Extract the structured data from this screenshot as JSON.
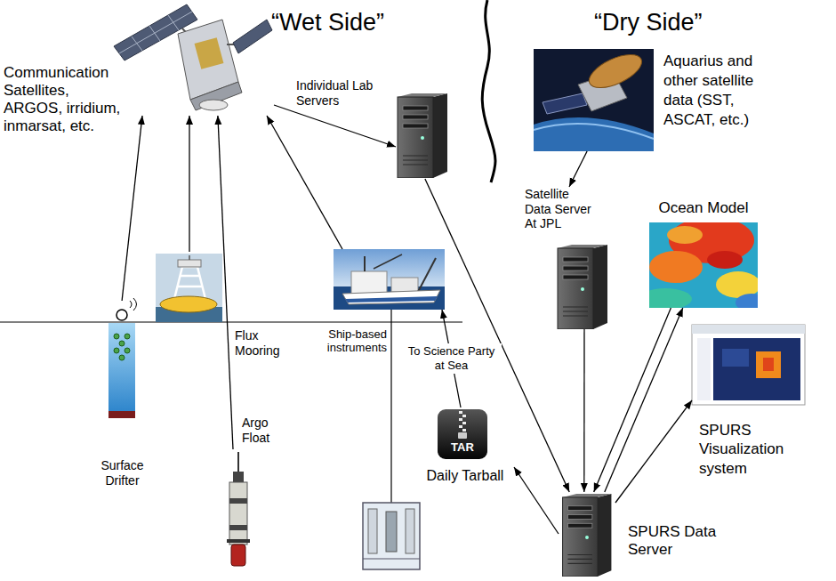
{
  "diagram": {
    "nodes": [
      {
        "text": [
          "Communication Satellites, ARGOS, irridium, inmarsat, etc."
        ]
      },
      {
        "text": [
          "Individual Lab Servers"
        ]
      },
      {
        "text": [
          "Ship-based instruments"
        ]
      },
      {
        "text": [
          "Surface Drifter"
        ]
      },
      {
        "text": [
          "Flux Mooring"
        ]
      },
      {
        "text": [
          "Argo Float"
        ]
      },
      {
        "text": [
          "Daily Tarball"
        ]
      },
      {
        "text": [
          "Aquarius and other satellite data (SST, ASCAT, etc.)"
        ]
      },
      {
        "text": [
          "Satellite Data Server At JPL"
        ]
      },
      {
        "text": [
          "Ocean Model"
        ]
      },
      {
        "text": [
          "SPURS Visualization system"
        ]
      },
      {
        "text": [
          "SPURS Data Server"
        ]
      }
    ],
    "edges": [
      {
        "from": 3,
        "to": 0,
        "arrow": "to"
      },
      {
        "from": 4,
        "to": 0,
        "arrow": "to"
      },
      {
        "from": 5,
        "to": 0,
        "arrow": "to"
      },
      {
        "from": 2,
        "to": 0,
        "arrow": "to"
      },
      {
        "from": 0,
        "to": 1,
        "arrow": "to"
      },
      {
        "from": 1,
        "to": 11,
        "arrow": "to"
      },
      {
        "from": 7,
        "to": 8,
        "arrow": "to"
      },
      {
        "from": 8,
        "to": 11,
        "arrow": "to"
      },
      {
        "from": 11,
        "to": 9,
        "arrow": "to"
      },
      {
        "from": 9,
        "to": 11,
        "arrow": "to"
      },
      {
        "from": 11,
        "to": 10,
        "arrow": "to"
      },
      {
        "from": 11,
        "to": 6,
        "arrow": "to"
      },
      {
        "from": 6,
        "to": 2,
        "label": "To Science Party at Sea",
        "arrow": "to"
      }
    ],
    "labels": [
      "“Wet Side”",
      "“Dry Side”",
      "TAR"
    ]
  }
}
